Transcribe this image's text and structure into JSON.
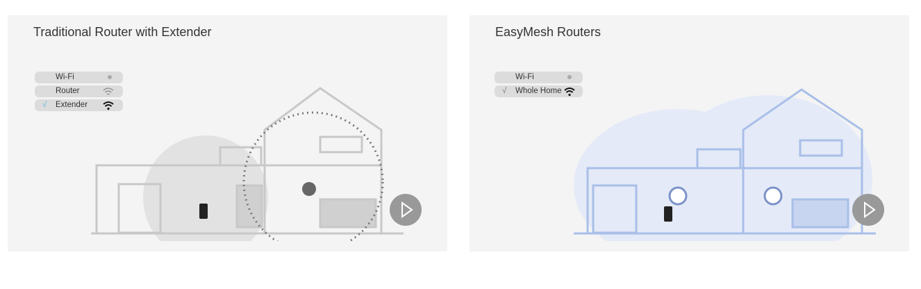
{
  "panels": [
    {
      "title": "Traditional Router with Extender",
      "legend": [
        {
          "label": "Wi-Fi",
          "checked": false,
          "icon": "dot-icon"
        },
        {
          "label": "Router",
          "checked": false,
          "icon": "wifi-light-icon"
        },
        {
          "label": "Extender",
          "checked": true,
          "icon": "wifi-bold-icon"
        }
      ],
      "check": "√"
    },
    {
      "title": "EasyMesh Routers",
      "legend": [
        {
          "label": "Wi-Fi",
          "checked": false,
          "icon": "dot-icon"
        },
        {
          "label": "Whole Home",
          "checked": true,
          "icon": "wifi-bold-icon"
        }
      ],
      "check": "√"
    }
  ],
  "colors": {
    "house_gray": "#c8c8c8",
    "house_blue": "#a9bfe8",
    "play": "#999999",
    "check": "#5bb8d8"
  }
}
